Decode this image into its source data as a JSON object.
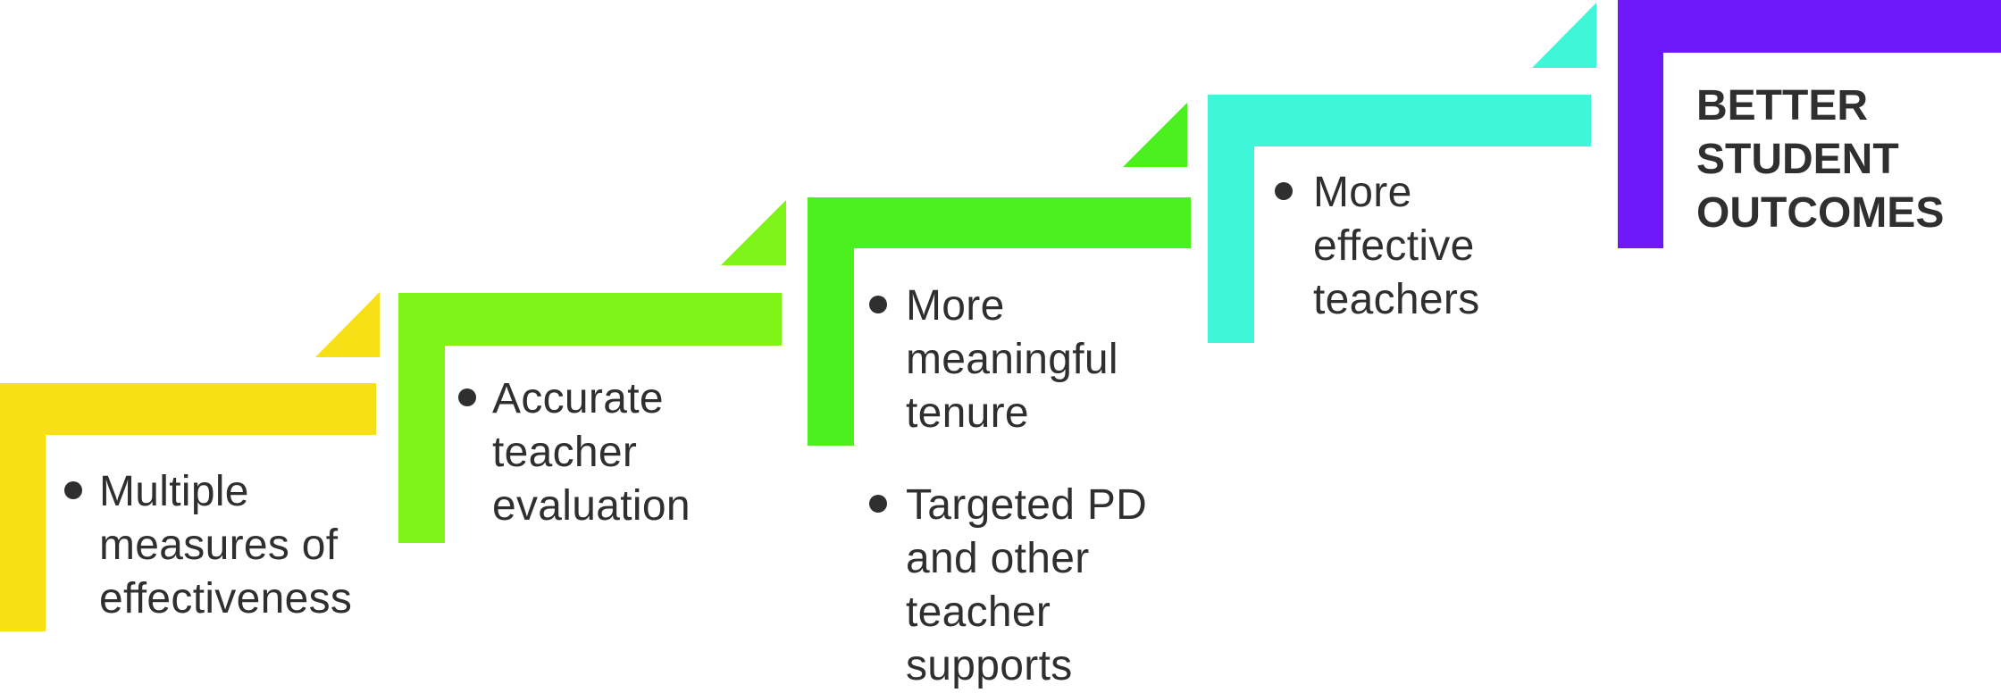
{
  "diagram": {
    "type": "staircase",
    "steps": [
      {
        "id": "step-1",
        "color": "#F8E016",
        "bullets": [
          {
            "lines": [
              "Multiple",
              "measures of",
              "effectiveness"
            ]
          }
        ]
      },
      {
        "id": "step-2",
        "color": "#7EF317",
        "bullets": [
          {
            "lines": [
              "Accurate",
              "teacher",
              "evaluation"
            ]
          }
        ]
      },
      {
        "id": "step-3",
        "color": "#4BF01E",
        "bullets": [
          {
            "lines": [
              "More",
              "meaningful",
              "tenure"
            ]
          },
          {
            "lines": [
              "Targeted PD",
              "and other",
              "teacher",
              "supports"
            ]
          }
        ]
      },
      {
        "id": "step-4",
        "color": "#40F6D8",
        "bullets": [
          {
            "lines": [
              "More",
              "effective",
              "teachers"
            ]
          }
        ]
      },
      {
        "id": "step-5",
        "color": "#6E17F9",
        "heading_lines": [
          "BETTER",
          "STUDENT",
          "OUTCOMES"
        ]
      }
    ],
    "text_color": "#2F2F2F"
  }
}
